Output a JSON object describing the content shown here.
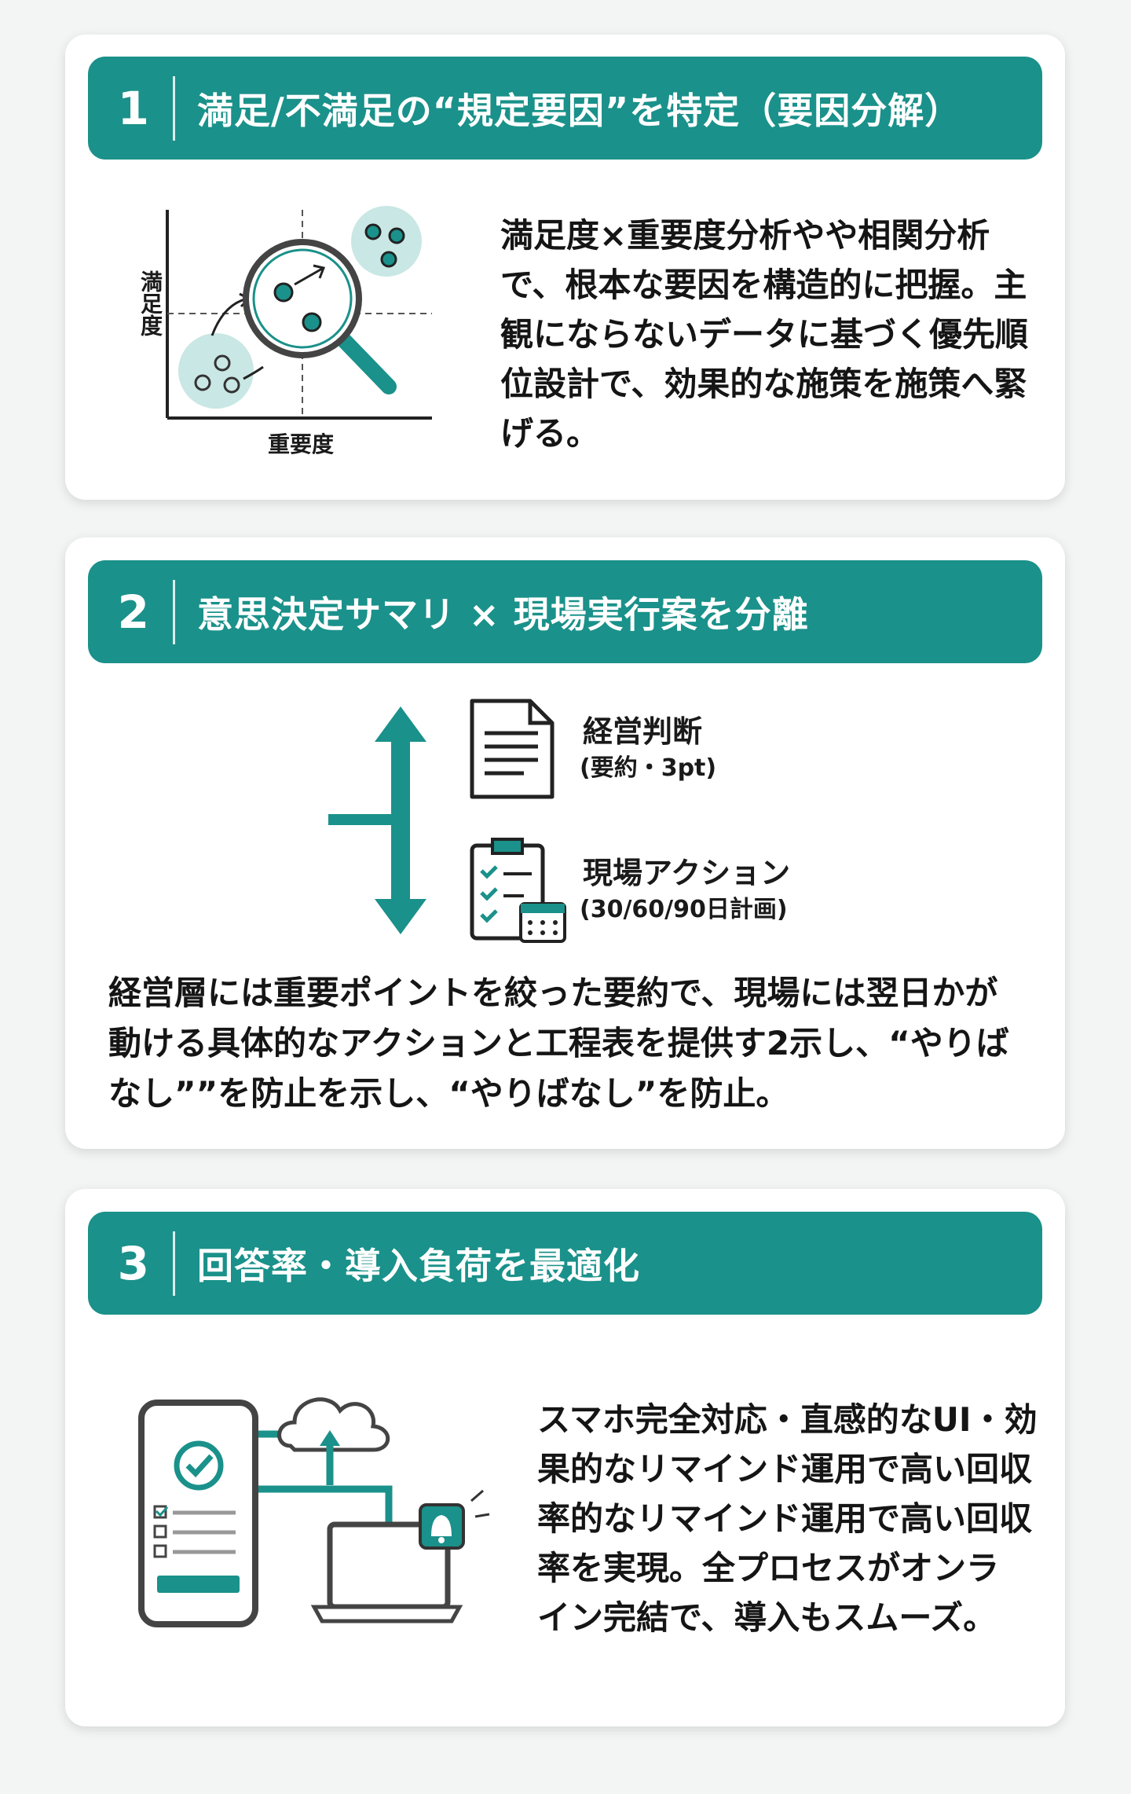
{
  "colors": {
    "accent": "#1a918a",
    "accent_light": "#c9e7e4",
    "text": "#151515",
    "card": "#ffffff",
    "background": "#f3f5f5"
  },
  "sections": [
    {
      "number": "1",
      "title": "満足/不満足の“規定要因”を特定（要因分解）",
      "illustration": {
        "y_axis_label": "満足度",
        "x_axis_label": "重要度",
        "icon": "magnifier-scatter-icon"
      },
      "body_lines": [
        "満足度×重要度分析やや相関分析",
        "で、根本な要因を構造的に把握。主",
        "観にならないデータに基づく優先順",
        "位設計で、効果的な施策を施策へ緊",
        "げる。"
      ]
    },
    {
      "number": "2",
      "title": "意思決定サマリ × 現場実行案を分離",
      "items": [
        {
          "label": "経営判断",
          "sub": "(要約・3pt)",
          "icon": "document-icon"
        },
        {
          "label": "現場アクション",
          "sub": "(30/60/90日計画)",
          "icon": "checklist-calendar-icon"
        }
      ],
      "body_lines": [
        "経営層には重要ポイントを絞った要約で、現場には翌日かが",
        "動ける具体的なアクションと工程表を提供す2示し、“やりば",
        "なし””を防止を示し、“やりばなし”を防止。"
      ]
    },
    {
      "number": "3",
      "title": "回答率・導入負荷を最適化",
      "illustration": {
        "icon": "smartphone-cloud-laptop-icon"
      },
      "body_lines": [
        "スマホ完全対応・直感的なUI・効",
        "果的なリマインド運用で高い回収",
        "率的なリマインド運用で高い回収",
        "率を実現。全プロセスがオンラ",
        "イン完結で、導入もスムーズ。"
      ]
    }
  ]
}
